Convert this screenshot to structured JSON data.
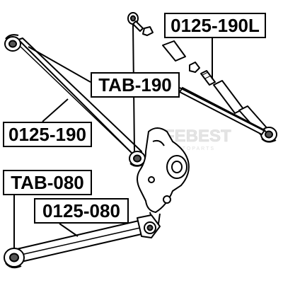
{
  "callouts": {
    "part_0125_190L": "0125-190L",
    "part_tab_190": "TAB-190",
    "part_0125_190": "0125-190",
    "part_tab_080": "TAB-080",
    "part_0125_080": "0125-080"
  },
  "watermark": {
    "brand": "FEBEST",
    "sub": "AUTOPARTS"
  },
  "colors": {
    "line": "#000000",
    "fill": "#ffffff",
    "watermark": "#d7d7d7",
    "shade": "#555555"
  }
}
